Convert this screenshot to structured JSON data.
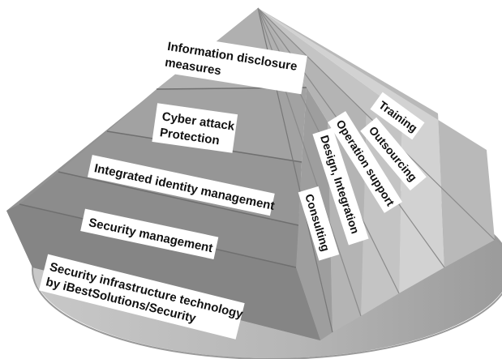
{
  "layers": [
    {
      "id": "top",
      "lines": [
        "Information disclosure",
        "measures"
      ]
    },
    {
      "id": "cyber",
      "lines": [
        "Cyber attack",
        "Protection"
      ]
    },
    {
      "id": "identity",
      "lines": [
        "Integrated identity management"
      ]
    },
    {
      "id": "secmgmt",
      "lines": [
        "Security management"
      ]
    },
    {
      "id": "base",
      "lines": [
        "Security infrastructure technology",
        "by iBestSolutions/Security"
      ]
    }
  ],
  "services": [
    {
      "id": "consulting",
      "label": "Consulting"
    },
    {
      "id": "design",
      "label": "Design, Integration"
    },
    {
      "id": "operation",
      "label": "Operation support"
    },
    {
      "id": "outsourcing",
      "label": "Outsourcing"
    },
    {
      "id": "training",
      "label": "Training"
    }
  ],
  "colors": {
    "disc": "#b4b4b4",
    "face_dark": "#8a8a8a",
    "face_light": "#a6a6a6",
    "stripe_light": "#d0d0d0",
    "stripe_mid": "#bdbdbd",
    "label_bg": "#ffffff",
    "text": "#111111"
  }
}
